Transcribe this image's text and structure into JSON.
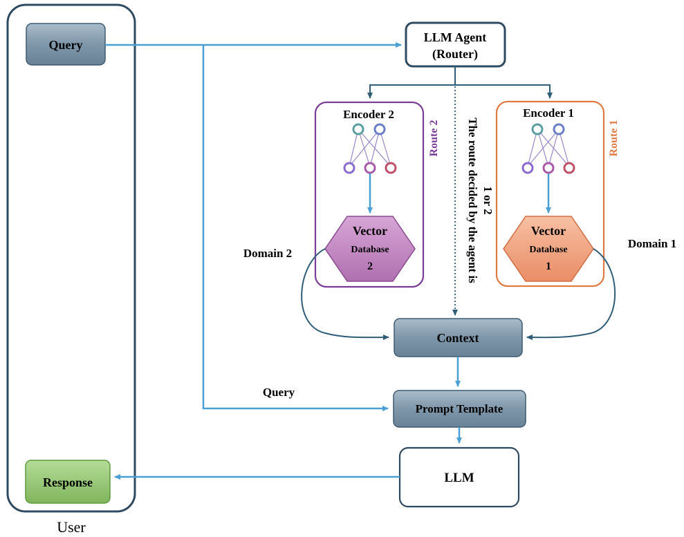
{
  "user_panel": {
    "label": "User"
  },
  "nodes": {
    "query_top": "Query",
    "response": "Response",
    "llm_agent_line1": "LLM Agent",
    "llm_agent_line2": "(Router)",
    "encoder2": "Encoder 2",
    "encoder1": "Encoder 1",
    "route2": "Route 2",
    "route1": "Route 1",
    "vdb2_line1": "Vector",
    "vdb2_line2": "Database",
    "vdb2_line3": "2",
    "vdb1_line1": "Vector",
    "vdb1_line2": "Database",
    "vdb1_line3": "1",
    "domain2": "Domain 2",
    "domain1": "Domain 1",
    "route_note_line1": "The route decided by the agent is",
    "route_note_line2": "1 or 2",
    "context": "Context",
    "query_mid": "Query",
    "prompt_template": "Prompt Template",
    "llm": "LLM"
  },
  "colors": {
    "arrow": "#4a9fd4",
    "dark_arrow": "#2f5d78",
    "box_fill": "#7f97aa",
    "box_stroke": "#3e5a70",
    "route2": "#7a3d97",
    "route1": "#e07a45",
    "response_fill": "#8fc26e"
  }
}
